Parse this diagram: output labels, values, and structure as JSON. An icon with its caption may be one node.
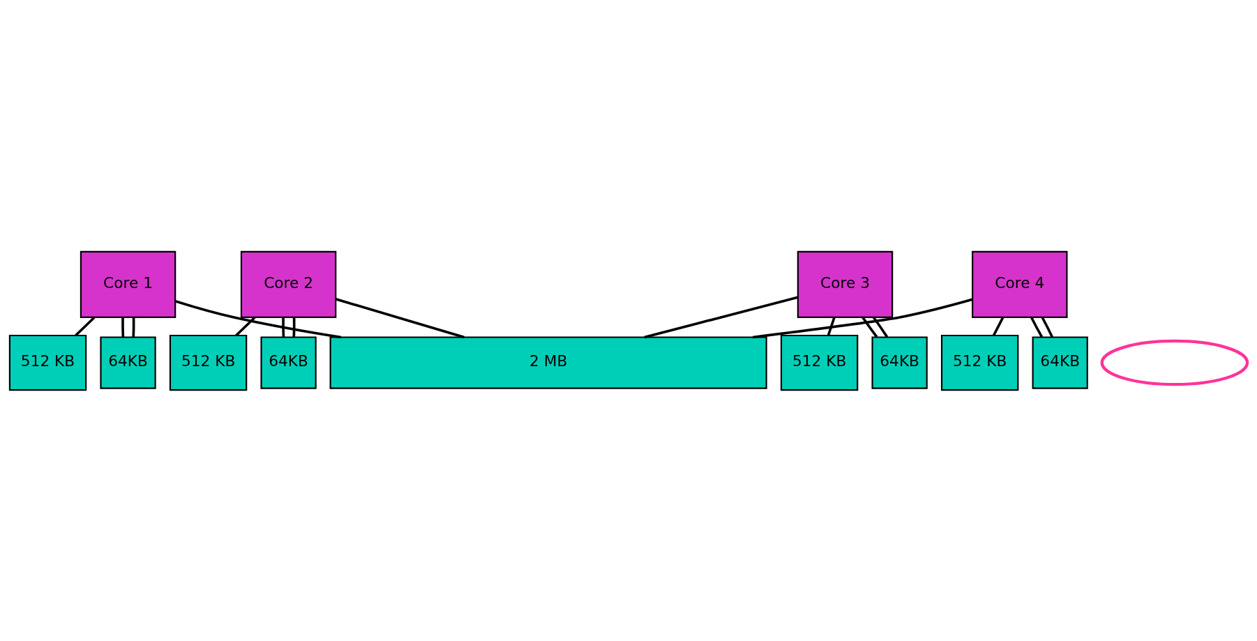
{
  "diagram": {
    "nodes": [
      {
        "text": [
          "Core 1"
        ]
      },
      {
        "text": [
          "Core 2"
        ]
      },
      {
        "text": [
          "Core 3"
        ]
      },
      {
        "text": [
          "Core 4"
        ]
      },
      {
        "text": [
          "64KB"
        ]
      },
      {
        "text": [
          "64KB"
        ]
      },
      {
        "text": [
          "64KB"
        ]
      },
      {
        "text": [
          "64KB"
        ]
      },
      {
        "text": [
          "512 KB"
        ]
      },
      {
        "text": [
          "512 KB"
        ]
      },
      {
        "text": [
          "512 KB"
        ]
      },
      {
        "text": [
          "512 KB"
        ]
      },
      {
        "text": [
          "2 MB"
        ]
      },
      {
        "text": [],
        "shape": "ellipse"
      }
    ],
    "edges": [
      {
        "from": 0,
        "to": 4,
        "arrow": "none"
      },
      {
        "from": 0,
        "to": 4,
        "arrow": "none"
      },
      {
        "from": 0,
        "to": 8,
        "arrow": "none"
      },
      {
        "from": 0,
        "to": 12,
        "arrow": "none"
      },
      {
        "from": 1,
        "to": 5,
        "arrow": "none"
      },
      {
        "from": 1,
        "to": 5,
        "arrow": "none"
      },
      {
        "from": 1,
        "to": 9,
        "arrow": "none"
      },
      {
        "from": 1,
        "to": 12,
        "arrow": "none"
      },
      {
        "from": 2,
        "to": 6,
        "arrow": "none"
      },
      {
        "from": 2,
        "to": 6,
        "arrow": "none"
      },
      {
        "from": 2,
        "to": 10,
        "arrow": "none"
      },
      {
        "from": 2,
        "to": 12,
        "arrow": "none"
      },
      {
        "from": 3,
        "to": 7,
        "arrow": "none"
      },
      {
        "from": 3,
        "to": 7,
        "arrow": "none"
      },
      {
        "from": 3,
        "to": 11,
        "arrow": "none"
      },
      {
        "from": 3,
        "to": 12,
        "arrow": "none"
      }
    ]
  }
}
